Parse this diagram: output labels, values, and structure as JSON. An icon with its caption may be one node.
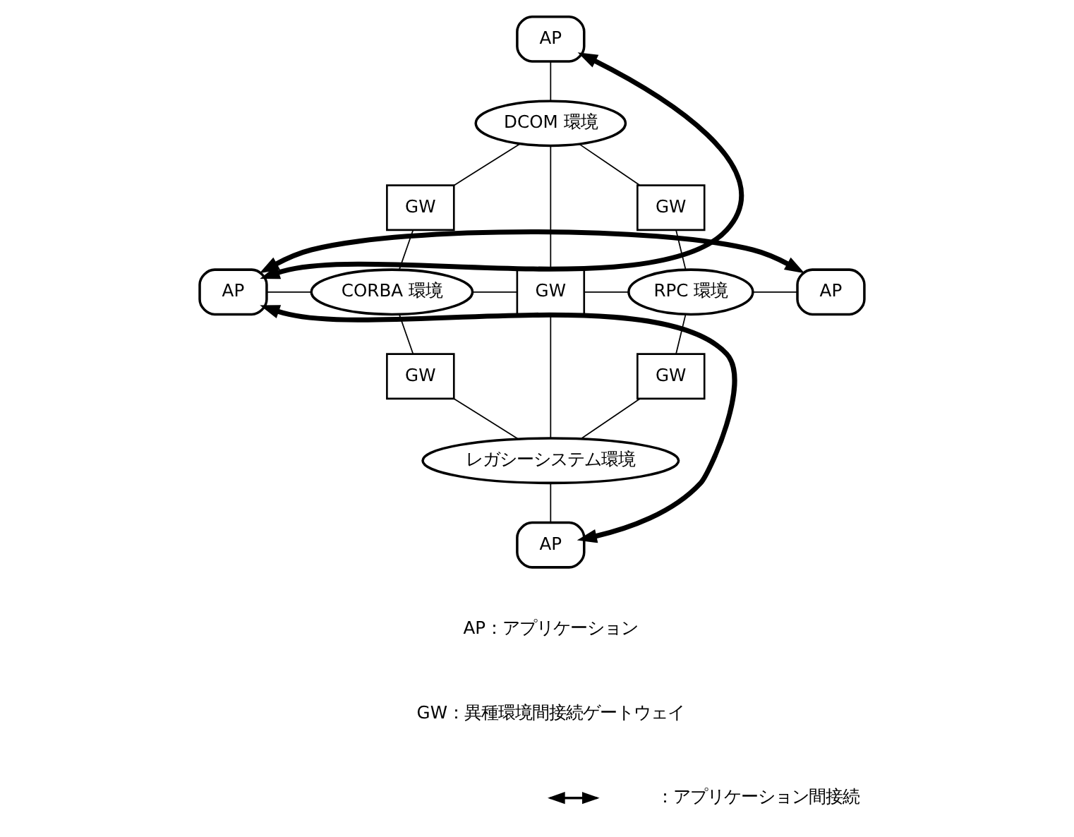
{
  "diagram": {
    "nodes": [
      {
        "text": [
          "AP"
        ]
      },
      {
        "text": [
          "DCOM 環境"
        ]
      },
      {
        "text": [
          "GW"
        ]
      },
      {
        "text": [
          "GW"
        ]
      },
      {
        "text": [
          "AP"
        ]
      },
      {
        "text": [
          "CORBA 環境"
        ]
      },
      {
        "text": [
          "GW"
        ]
      },
      {
        "text": [
          "RPC 環境"
        ]
      },
      {
        "text": [
          "AP"
        ]
      },
      {
        "text": [
          "GW"
        ]
      },
      {
        "text": [
          "GW"
        ]
      },
      {
        "text": [
          "レガシーシステム環境"
        ]
      },
      {
        "text": [
          "AP"
        ]
      }
    ],
    "edges": [
      {
        "from": 0,
        "to": 1,
        "arrow": "none"
      },
      {
        "from": 1,
        "to": 2,
        "arrow": "none"
      },
      {
        "from": 1,
        "to": 3,
        "arrow": "none"
      },
      {
        "from": 1,
        "to": 6,
        "arrow": "none"
      },
      {
        "from": 2,
        "to": 5,
        "arrow": "none"
      },
      {
        "from": 3,
        "to": 7,
        "arrow": "none"
      },
      {
        "from": 4,
        "to": 5,
        "arrow": "none"
      },
      {
        "from": 5,
        "to": 6,
        "arrow": "none"
      },
      {
        "from": 6,
        "to": 7,
        "arrow": "none"
      },
      {
        "from": 7,
        "to": 8,
        "arrow": "none"
      },
      {
        "from": 5,
        "to": 9,
        "arrow": "none"
      },
      {
        "from": 7,
        "to": 10,
        "arrow": "none"
      },
      {
        "from": 6,
        "to": 11,
        "arrow": "none"
      },
      {
        "from": 9,
        "to": 11,
        "arrow": "none"
      },
      {
        "from": 10,
        "to": 11,
        "arrow": "none"
      },
      {
        "from": 11,
        "to": 12,
        "arrow": "none"
      },
      {
        "from": 4,
        "to": 0,
        "arrow": "both",
        "style": "thick"
      },
      {
        "from": 4,
        "to": 8,
        "arrow": "both",
        "style": "thick"
      },
      {
        "from": 4,
        "to": 12,
        "arrow": "both",
        "style": "thick"
      }
    ],
    "labels": [
      "AP：アプリケーション",
      "GW：異種環境間接続ゲートウェイ"
    ],
    "legend": [
      {
        "text": "：アプリケーション間接続"
      }
    ]
  }
}
